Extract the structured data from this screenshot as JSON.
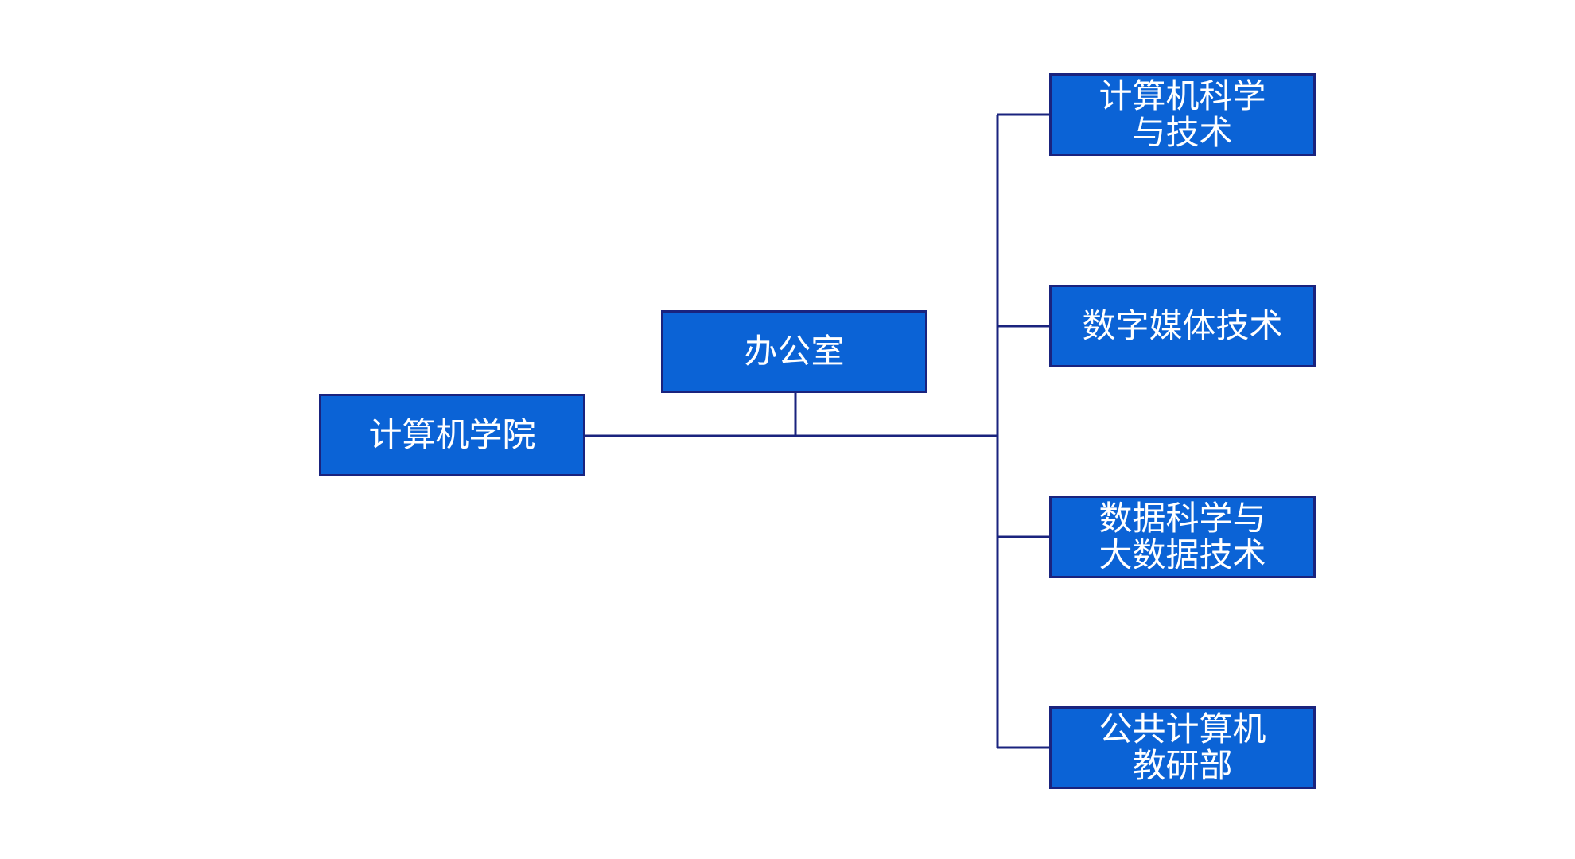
{
  "diagram": {
    "root": {
      "label": "计算机学院"
    },
    "office": {
      "label": "办公室"
    },
    "departments": [
      {
        "label": "计算机科学\n与技术"
      },
      {
        "label": "数字媒体技术"
      },
      {
        "label": "数据科学与\n大数据技术"
      },
      {
        "label": "公共计算机\n教研部"
      }
    ]
  },
  "colors": {
    "node_fill": "#0b63d6",
    "node_border": "#1a237e",
    "connector": "#1a237e",
    "text": "#ffffff",
    "background": "#ffffff"
  }
}
